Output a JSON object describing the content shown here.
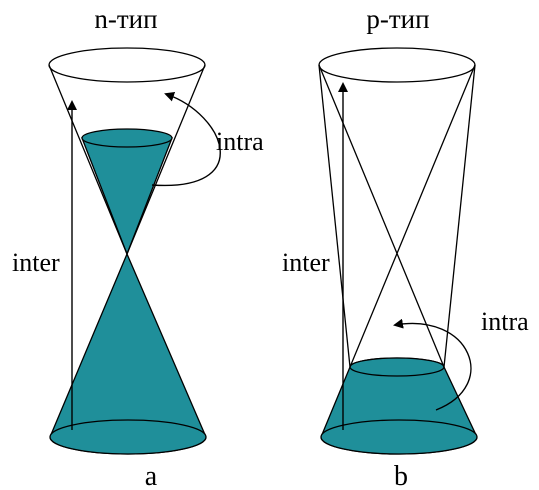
{
  "diagrams": [
    {
      "title": "n-тип",
      "sublabel": "a",
      "inter_label": "inter",
      "intra_label": "intra"
    },
    {
      "title": "p-тип",
      "sublabel": "b",
      "inter_label": "inter",
      "intra_label": "intra"
    }
  ],
  "colors": {
    "fill": "#1f8f9a",
    "stroke": "#000000",
    "background": "#ffffff"
  }
}
